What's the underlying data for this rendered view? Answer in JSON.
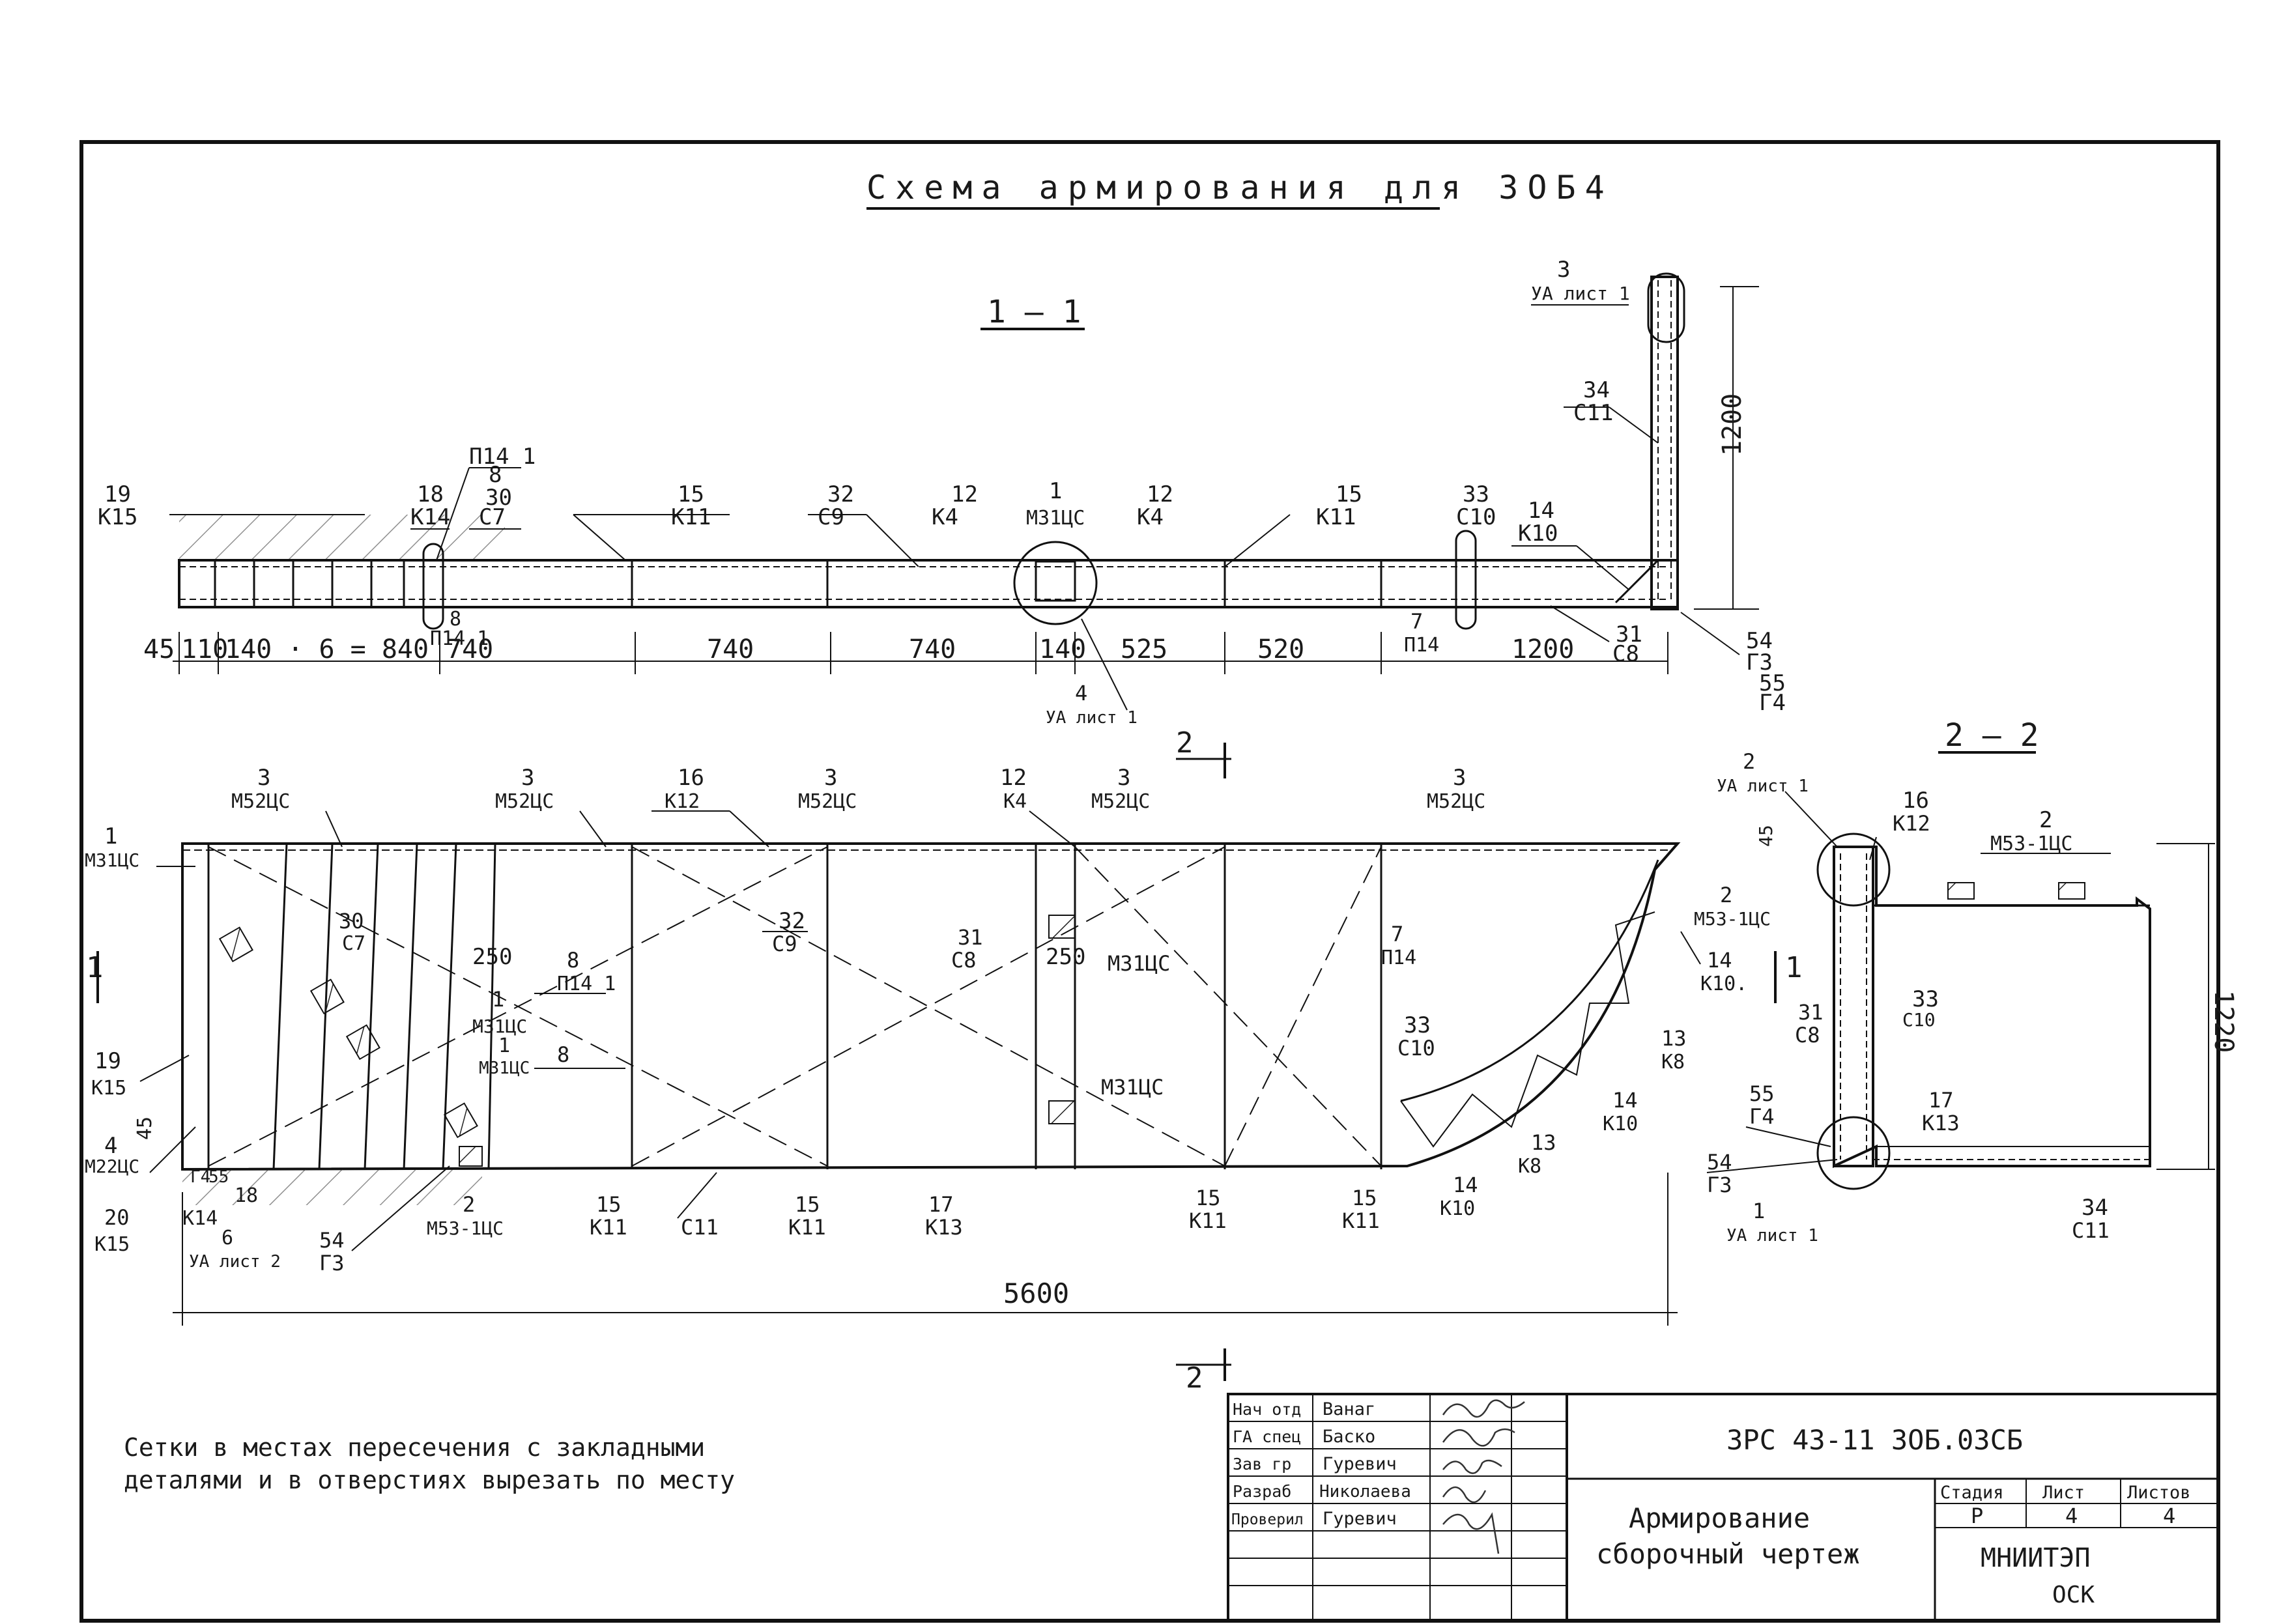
{
  "title": "Схема армирования для 3ОБ4",
  "section_1": {
    "label": "1 — 1",
    "dims": [
      "45",
      "110",
      "140 · 6 = 840",
      "740",
      "740",
      "740",
      "140",
      "525",
      "520",
      "1200"
    ],
    "height_dim": "1200",
    "callouts": [
      {
        "num": "19",
        "ref": "К15"
      },
      {
        "num": "18",
        "ref": "К14"
      },
      {
        "num": "8",
        "ref": "П14 1"
      },
      {
        "num": "30",
        "ref": "С7"
      },
      {
        "num": "8",
        "ref": "П14 1"
      },
      {
        "num": "15",
        "ref": "К11"
      },
      {
        "num": "32",
        "ref": "С9"
      },
      {
        "num": "12",
        "ref": "К4"
      },
      {
        "num": "1",
        "ref": "М31ЦС"
      },
      {
        "num": "12",
        "ref": "К4"
      },
      {
        "num": "15",
        "ref": "К11"
      },
      {
        "num": "33",
        "ref": "С10"
      },
      {
        "num": "14",
        "ref": "К10"
      },
      {
        "num": "34",
        "ref": "С11"
      },
      {
        "num": "3",
        "ref": "УА лист 1"
      },
      {
        "num": "7",
        "ref": "П14"
      },
      {
        "num": "31",
        "ref": "С8"
      },
      {
        "num": "54",
        "ref": "Г3"
      },
      {
        "num": "55",
        "ref": "Г4"
      },
      {
        "num": "4",
        "ref": "УА лист 1"
      }
    ]
  },
  "plan": {
    "cut_mark": "2",
    "cut_left": "1",
    "cut_right": "1",
    "length_dim": "5600",
    "dims": [
      "250",
      "250",
      "45"
    ],
    "callouts_top": [
      {
        "num": "3",
        "ref": "М52ЦС"
      },
      {
        "num": "3",
        "ref": "М52ЦС"
      },
      {
        "num": "16",
        "ref": "К12"
      },
      {
        "num": "3",
        "ref": "М52ЦС"
      },
      {
        "num": "12",
        "ref": "К4"
      },
      {
        "num": "3",
        "ref": "М52ЦС"
      },
      {
        "num": "3",
        "ref": "М52ЦС"
      }
    ],
    "callouts_left": [
      {
        "num": "1",
        "ref": "М31ЦС"
      },
      {
        "num": "19",
        "ref": "К15"
      },
      {
        "num": "4",
        "ref": "М22ЦС"
      },
      {
        "num": "20",
        "ref": "К15"
      }
    ],
    "callouts_inner": [
      {
        "num": "30",
        "ref": "С7"
      },
      {
        "num": "8",
        "ref": "П14 1"
      },
      {
        "num": "1",
        "ref": "М31ЦС"
      },
      {
        "num": "1",
        "ref": "М31ЦС"
      },
      {
        "num": "8",
        "ref": ""
      },
      {
        "num": "32",
        "ref": "С9"
      },
      {
        "num": "31",
        "ref": "С8"
      },
      {
        "num": "",
        "ref": "М31ЦС"
      },
      {
        "num": "",
        "ref": "М31ЦС"
      },
      {
        "num": "7",
        "ref": "П14"
      },
      {
        "num": "33",
        "ref": "С10"
      },
      {
        "num": "2",
        "ref": "М53-1ЦС"
      },
      {
        "num": "14",
        "ref": "К10."
      },
      {
        "num": "13",
        "ref": "К8"
      },
      {
        "num": "14",
        "ref": "К10"
      },
      {
        "num": "13",
        "ref": "К8"
      },
      {
        "num": "14",
        "ref": "К10"
      }
    ],
    "callouts_bottom": [
      {
        "num": "55",
        "ref": "Г4"
      },
      {
        "num": "",
        "ref": "К14"
      },
      {
        "num": "18",
        "ref": ""
      },
      {
        "num": "6",
        "ref": "УА лист 2"
      },
      {
        "num": "54",
        "ref": "Г3"
      },
      {
        "num": "2",
        "ref": "М53-1ЦС"
      },
      {
        "num": "15",
        "ref": "К11"
      },
      {
        "num": "",
        "ref": "С11"
      },
      {
        "num": "15",
        "ref": "К11"
      },
      {
        "num": "17",
        "ref": "К13"
      },
      {
        "num": "15",
        "ref": "К11"
      },
      {
        "num": "15",
        "ref": "К11"
      }
    ]
  },
  "section_2": {
    "label": "2 — 2",
    "height_dim": "1220",
    "dim_45": "45",
    "callouts": [
      {
        "num": "2",
        "ref": "УА лист 1"
      },
      {
        "num": "16",
        "ref": "К12"
      },
      {
        "num": "2",
        "ref": "М53-1ЦС"
      },
      {
        "num": "31",
        "ref": "С8"
      },
      {
        "num": "33",
        "ref": "С10"
      },
      {
        "num": "55",
        "ref": "Г4"
      },
      {
        "num": "17",
        "ref": "К13"
      },
      {
        "num": "54",
        "ref": "Г3"
      },
      {
        "num": "1",
        "ref": "УА лист 1"
      },
      {
        "num": "34",
        "ref": "С11"
      }
    ]
  },
  "note": {
    "line1": "Сетки в местах пересечения с закладными",
    "line2": "деталями и в отверстиях вырезать по месту"
  },
  "title_block": {
    "code": "3РС 43-11 3ОБ.03СБ",
    "name_line1": "Армирование",
    "name_line2": "сборочный чертеж",
    "org_line1": "МНИИТЭП",
    "org_line2": "ОСК",
    "stage_label": "Стадия",
    "sheet_label": "Лист",
    "sheets_label": "Листов",
    "stage": "Р",
    "sheet": "4",
    "sheets": "4",
    "roles": [
      {
        "role": "Нач отд",
        "name": "Ванаг"
      },
      {
        "role": "ГА спец",
        "name": "Баско"
      },
      {
        "role": "Зав гр",
        "name": "Гуревич"
      },
      {
        "role": "Разраб",
        "name": "Николаева"
      },
      {
        "role": "Проверил",
        "name": "Гуревич"
      }
    ]
  }
}
